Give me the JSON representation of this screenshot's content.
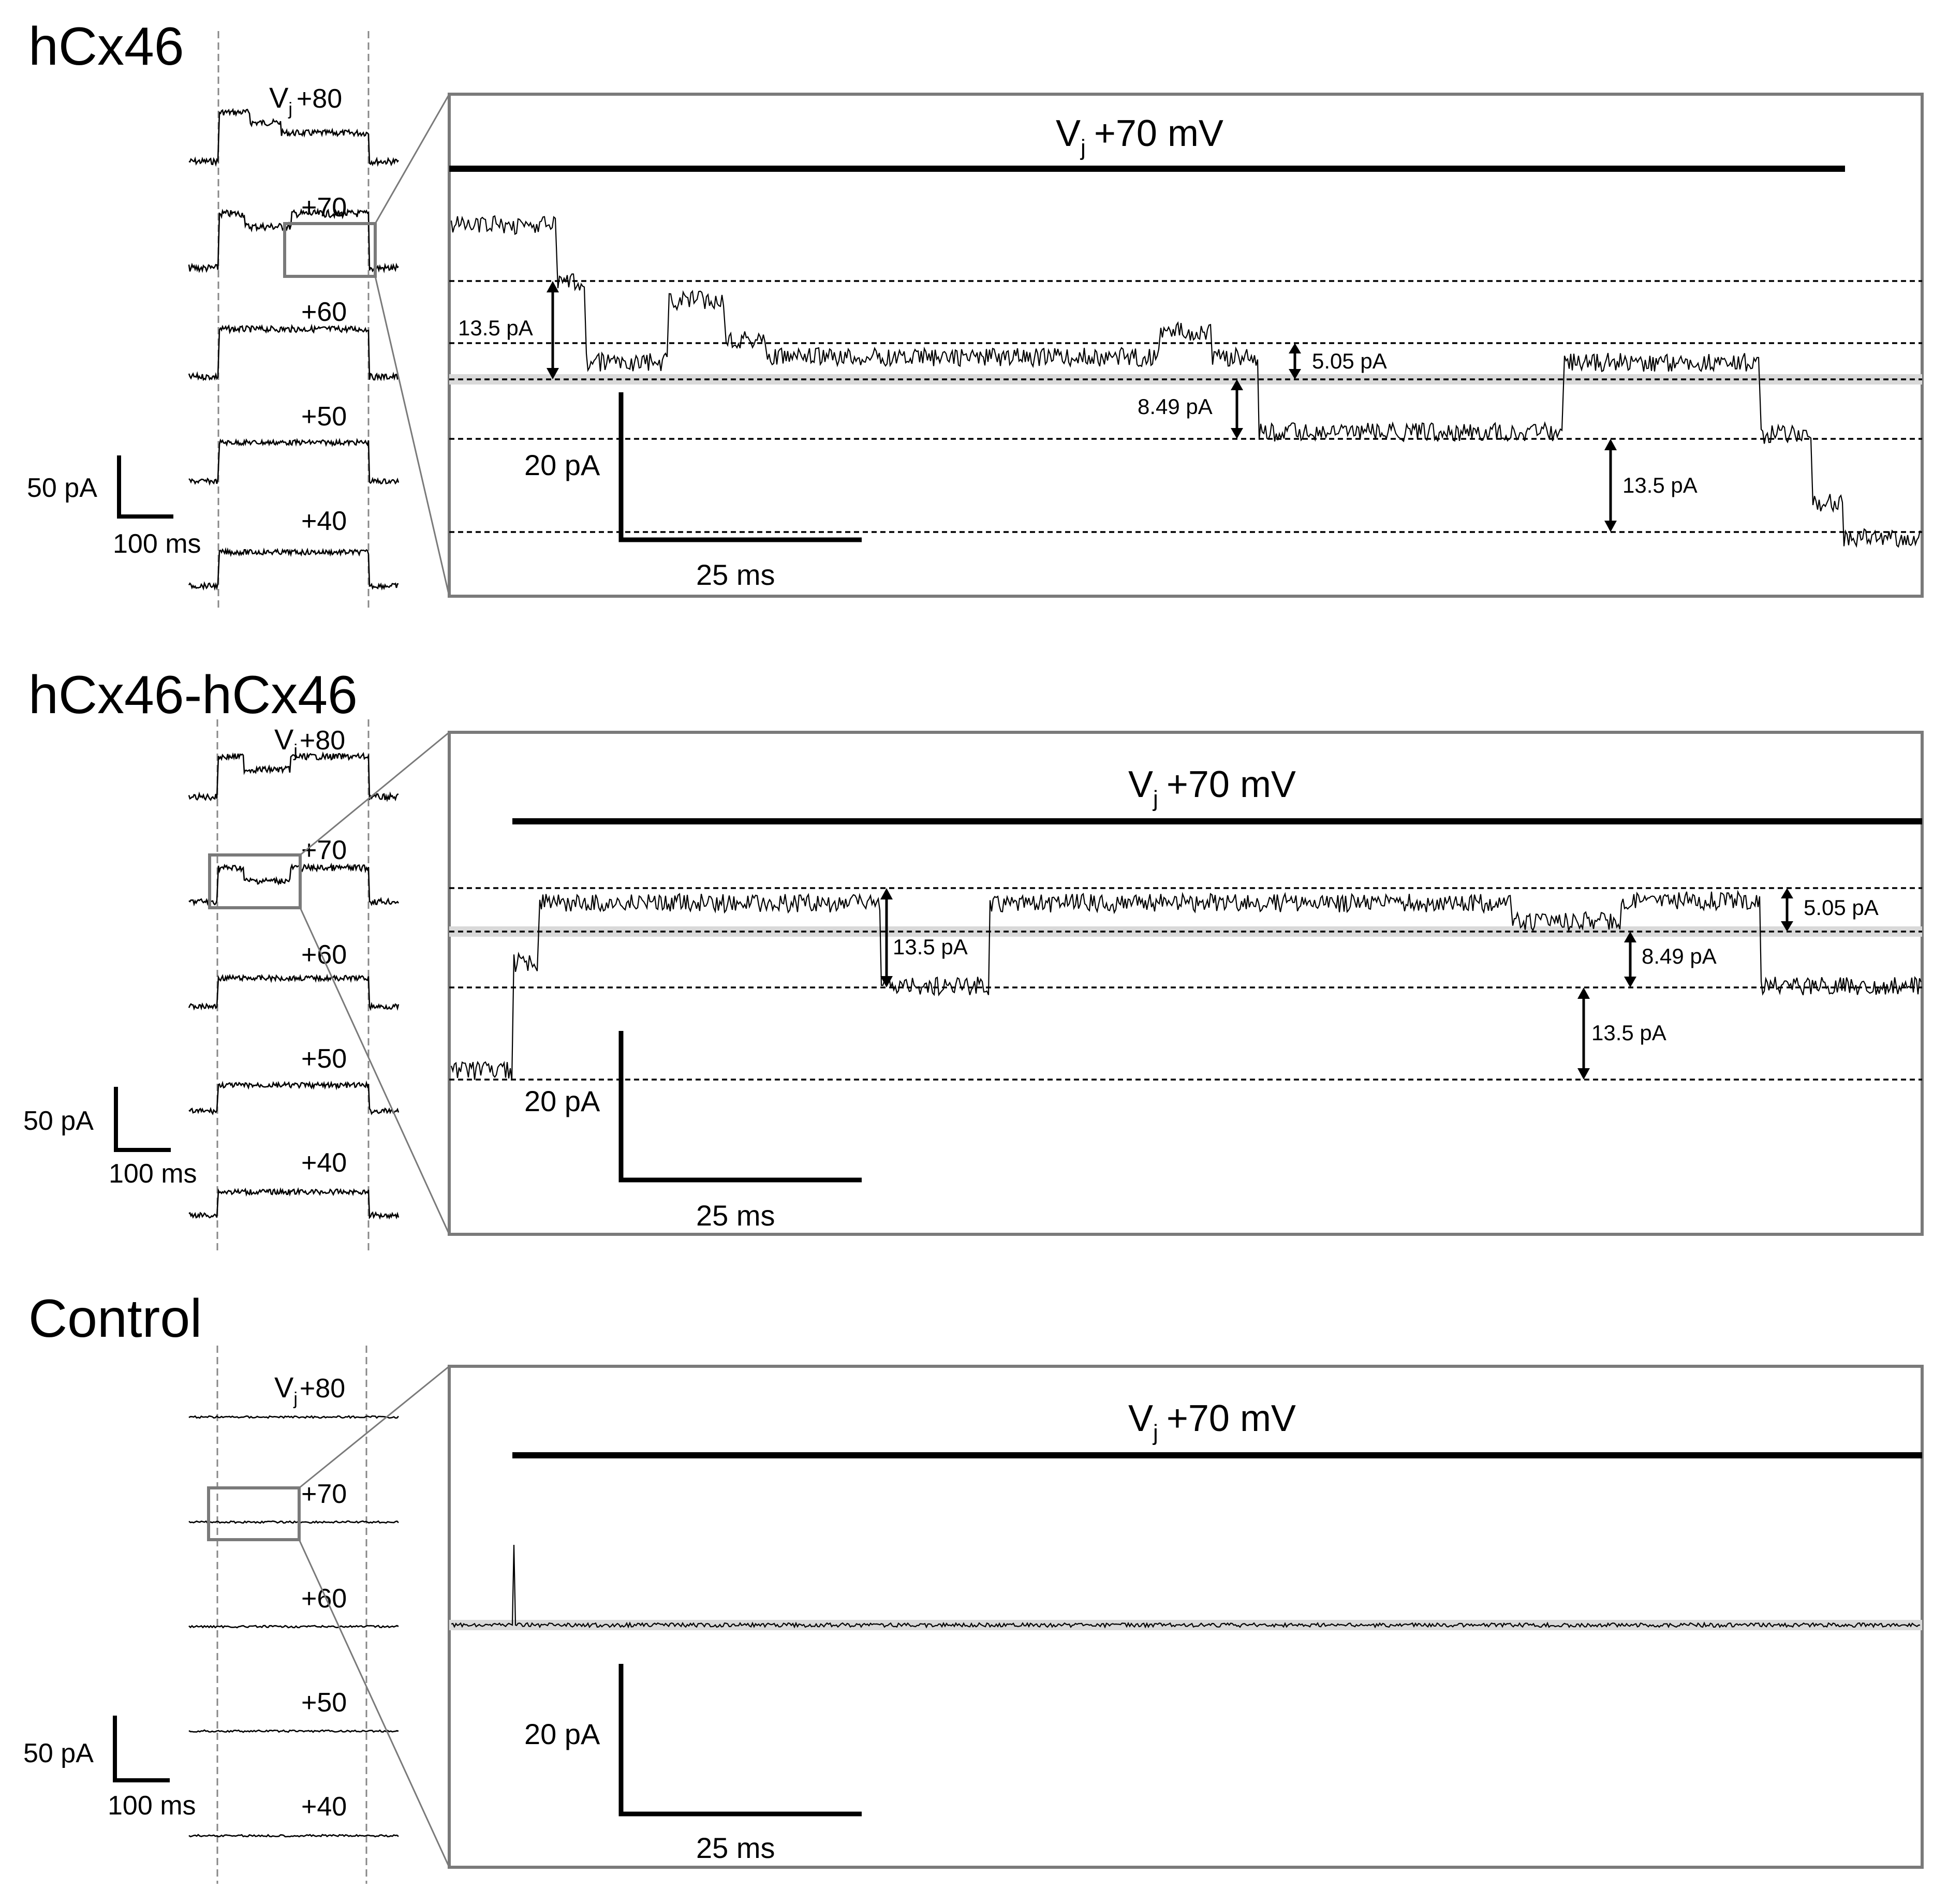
{
  "panels": [
    {
      "id": "hcx46",
      "title": "hCx46",
      "voltage_prefix": "V",
      "voltage_sub": "j",
      "voltage_levels": [
        "+80",
        "+70",
        "+60",
        "+50",
        "+40"
      ],
      "mini_scale": {
        "current": "50 pA",
        "time": "100 ms"
      },
      "zoom": {
        "vj_prefix": "V",
        "vj_sub": "j",
        "vj_value": "+70 mV",
        "scale_current": "20 pA",
        "scale_time": "25 ms",
        "annotations": [
          "13.5 pA",
          "5.05 pA",
          "8.49 pA",
          "13.5 pA"
        ]
      }
    },
    {
      "id": "hcx46-hcx46",
      "title": "hCx46-hCx46",
      "voltage_prefix": "V",
      "voltage_sub": "j",
      "voltage_levels": [
        "+80",
        "+70",
        "+60",
        "+50",
        "+40"
      ],
      "mini_scale": {
        "current": "50 pA",
        "time": "100 ms"
      },
      "zoom": {
        "vj_prefix": "V",
        "vj_sub": "j",
        "vj_value": "+70 mV",
        "scale_current": "20 pA",
        "scale_time": "25 ms",
        "annotations": [
          "13.5 pA",
          "5.05 pA",
          "8.49 pA",
          "13.5 pA"
        ]
      }
    },
    {
      "id": "control",
      "title": "Control",
      "voltage_prefix": "V",
      "voltage_sub": "j",
      "voltage_levels": [
        "+80",
        "+70",
        "+60",
        "+50",
        "+40"
      ],
      "mini_scale": {
        "current": "50 pA",
        "time": "100 ms"
      },
      "zoom": {
        "vj_prefix": "V",
        "vj_sub": "j",
        "vj_value": "+70 mV",
        "scale_current": "20 pA",
        "scale_time": "25 ms",
        "annotations": []
      }
    }
  ],
  "colors": {
    "ink": "#000000",
    "frame": "#7a7a7a",
    "guide": "#888888",
    "baseline_band": "#d9d9d9"
  }
}
